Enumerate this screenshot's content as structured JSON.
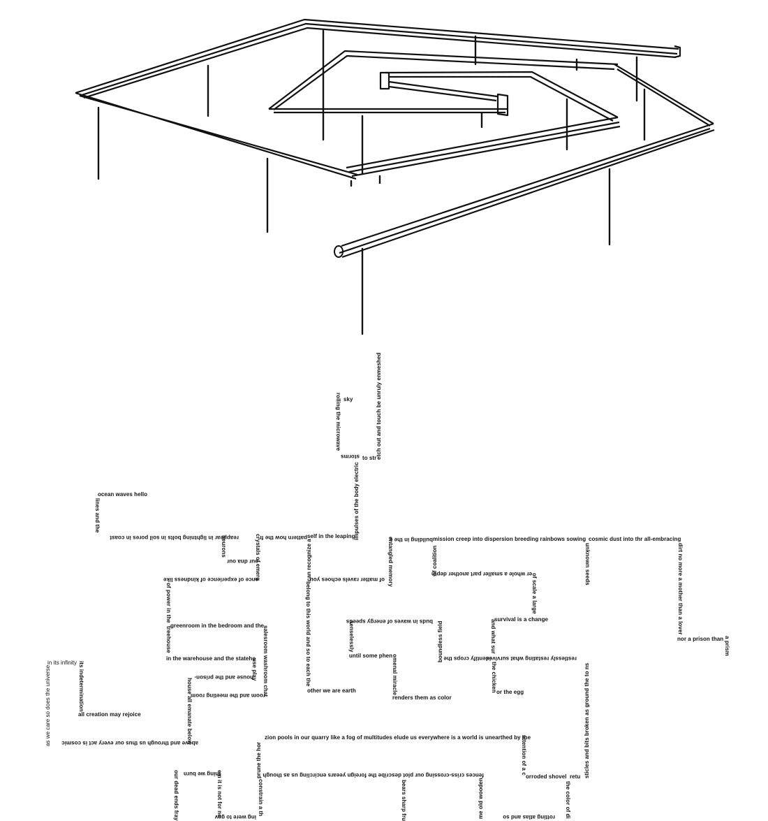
{
  "colors": {
    "ink": "#111111",
    "background": "#ffffff"
  },
  "poem": {
    "f01": "sky",
    "f02": "rolling the microwave",
    "f03": "storms",
    "f04": "to str",
    "f05": "etch out and touch be unruly enmeshed",
    "f06": "impulses of the body electric",
    "f07": "ocean waves hello",
    "f08": "lines and the",
    "f09": "reappear in lightning bolts in soil pores in coast",
    "f10": "neurons",
    "f11": "our dna our",
    "f12": "crystals of emerg",
    "f13": "pattern how the fr",
    "f14": "self in the leaping",
    "f15": "can recognize a",
    "f16": "ence of experience of kindness like",
    "f17": "belong to this world and so to each the",
    "f18": "of power in the",
    "f19": "treehouse",
    "f20": "greenroom in the bedroom and the",
    "f21": "salesroom washroom chat",
    "f22": "in the warehouse and the stateho",
    "f23": "use play",
    "f24": "house and the prison-",
    "f25": "room and the meeting room",
    "f26": "house all emanate below",
    "f27": "other we are earth",
    "f28": "entangled memory",
    "f29": "of matter ravels echoes you",
    "f30": "building in the e",
    "f31": "mission creep into dispersion breeding rainbows sowing",
    "f32": "cosmic dust into thr all-embracing",
    "f33": "of coalition",
    "f34": "er whole a smaller part another depth",
    "f35": "unknown seeds",
    "f36": "dirt no more a mother than a lover",
    "f37": "nor a prison than",
    "f38": "a prism",
    "f39": "of scale a large",
    "f40": "survival is a change",
    "f41": "buds in waves of energy speeds",
    "f42": "senselessly",
    "f43": "until some phen",
    "f44": "omenal miracle",
    "f45": "renders them as color",
    "f46": "boundless field",
    "f47": "identify crops the",
    "f48": "and what sur",
    "f49": "restlessly restating what survives",
    "f50": "the chicken",
    "f51": "or the egg",
    "f52": "in its infinity",
    "f53": "its indetermination",
    "f54": "as we care so does the universe",
    "f55": "all creation may rejoice",
    "f56": "above and through us thus our every act is cosmic",
    "f57": "sticles and bits broken as ground the to ns",
    "f58": "zion pools in our quarry like a fog of multitudes elude us everywhere is a world is unearthed by the",
    "f59": "prune the hor",
    "f60": "attention of a c",
    "f61": "orroded shovel",
    "f62": "retu",
    "f63": "the color of di",
    "f64": "fences criss-crossing our plot describe the foreign yeears encircling us as though",
    "f65": "constrain a th",
    "f66": "thing we burn",
    "f67": "our dead ends fray",
    "f68": "em it is not for no",
    "f69": "ing were to gov",
    "f70": "bears sharp fru",
    "f71": "me old wooden",
    "f72": "rotting atlas and so"
  }
}
